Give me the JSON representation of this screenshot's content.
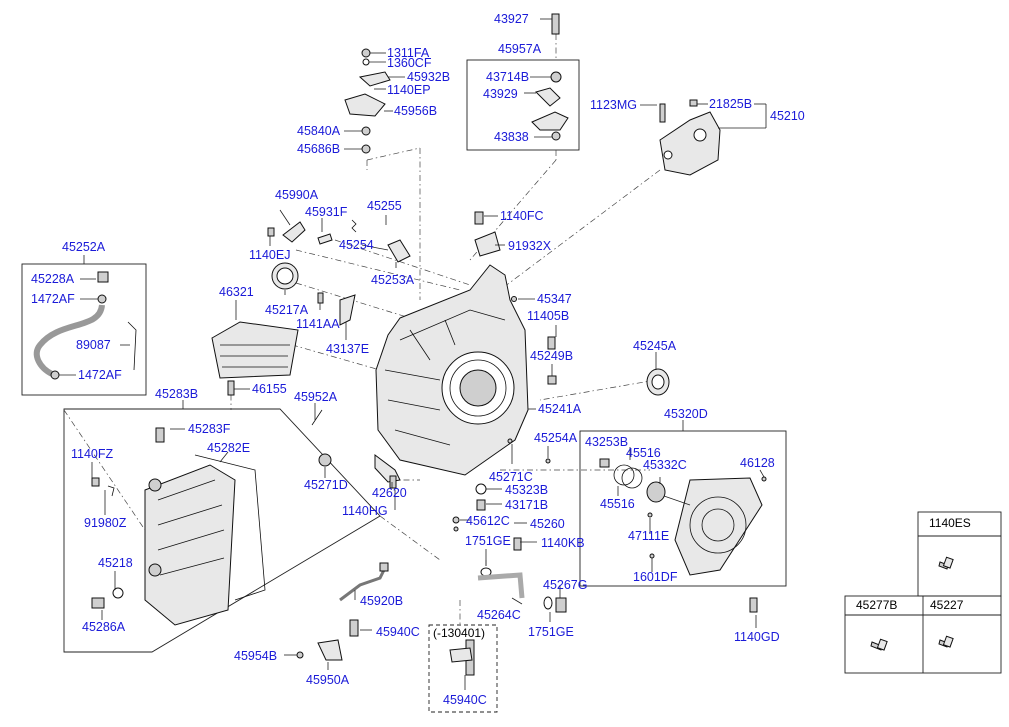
{
  "labels": {
    "l43927": "43927",
    "l45957A": "45957A",
    "l43714B": "43714B",
    "l43929": "43929",
    "l43838": "43838",
    "l1311FA": "1311FA",
    "l1360CF": "1360CF",
    "l45932B": "45932B",
    "l1140EP": "1140EP",
    "l45956B": "45956B",
    "l45840A": "45840A",
    "l45686B": "45686B",
    "l1123MG": "1123MG",
    "l21825B": "21825B",
    "l45210": "45210",
    "l45990A": "45990A",
    "l45931F": "45931F",
    "l45255": "45255",
    "l45254": "45254",
    "l1140EJ": "1140EJ",
    "l45253A": "45253A",
    "l1140FC": "1140FC",
    "l91932X": "91932X",
    "l45252A": "45252A",
    "l45228A": "45228A",
    "l1472AF_a": "1472AF",
    "l89087": "89087",
    "l1472AF_b": "1472AF",
    "l46321": "46321",
    "l45217A": "45217A",
    "l1141AA": "1141AA",
    "l43137E": "43137E",
    "l45347": "45347",
    "l11405B": "11405B",
    "l45249B": "45249B",
    "l45245A": "45245A",
    "l46155": "46155",
    "l45952A": "45952A",
    "l45241A": "45241A",
    "l45283B": "45283B",
    "l45283F": "45283F",
    "l45282E": "45282E",
    "l1140FZ": "1140FZ",
    "l91980Z": "91980Z",
    "l45218": "45218",
    "l45286A": "45286A",
    "l45320D": "45320D",
    "l43253B": "43253B",
    "l45516_a": "45516",
    "l45332C": "45332C",
    "l46128": "46128",
    "l45516_b": "45516",
    "l47111E": "47111E",
    "l1601DF": "1601DF",
    "l1140GD": "1140GD",
    "l45254A": "45254A",
    "l45271C": "45271C",
    "l45323B": "45323B",
    "l43171B": "43171B",
    "l45612C": "45612C",
    "l45260": "45260",
    "l1751GE_a": "1751GE",
    "l1140KB": "1140KB",
    "l45267G": "45267G",
    "l45264C": "45264C",
    "l1751GE_b": "1751GE",
    "l45271D": "45271D",
    "l42620": "42620",
    "l1140HG": "1140HG",
    "l45920B": "45920B",
    "l45940C_a": "45940C",
    "l45954B": "45954B",
    "l45950A": "45950A",
    "l130401": "(-130401)",
    "l45940C_b": "45940C"
  },
  "legend_table": {
    "cell_1140ES": "1140ES",
    "cell_45277B": "45277B",
    "cell_45227": "45227"
  }
}
